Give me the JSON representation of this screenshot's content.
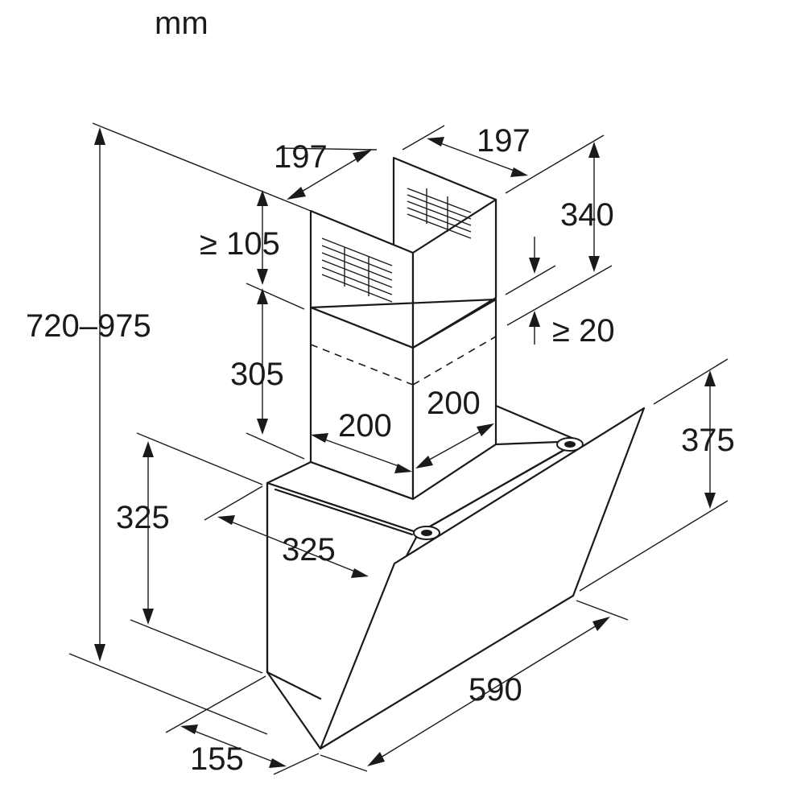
{
  "diagram": {
    "unit": "mm",
    "dimensions": {
      "total_height": "720–975",
      "duct_depth": "197",
      "duct_width": "197",
      "duct_top_clearance": "≥ 105",
      "duct_upper_height": "340",
      "duct_lower_height": "305",
      "duct_bottom_gap": "≥ 20",
      "base_depth": "200",
      "base_width": "200",
      "body_height": "325",
      "body_depth": "325",
      "glass_height": "375",
      "glass_width": "590",
      "bottom_depth": "155"
    }
  }
}
